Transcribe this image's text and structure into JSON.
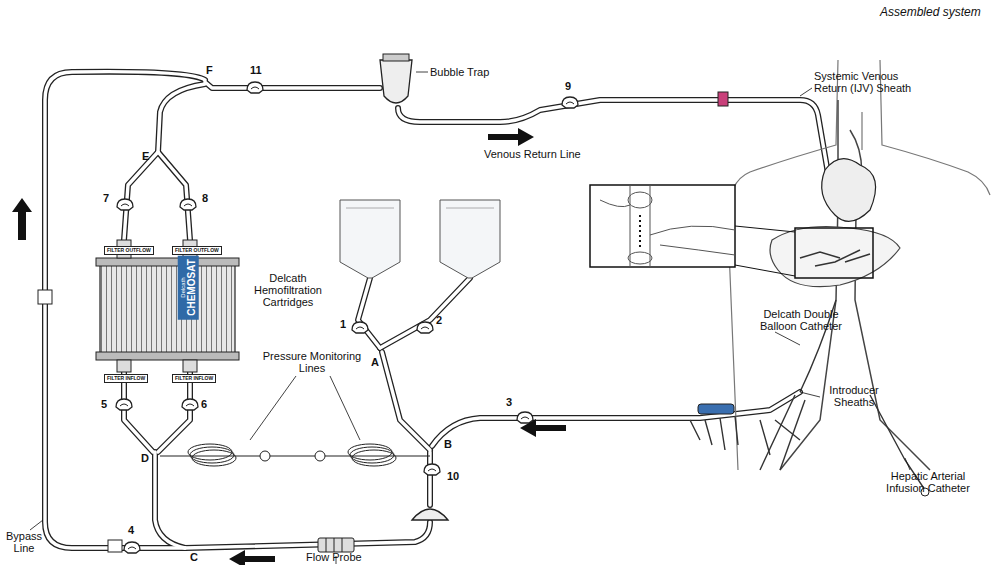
{
  "diagram": {
    "nodes": [
      {
        "text": [
          "FILTER OUTFLOW"
        ]
      },
      {
        "text": [
          "FILTER OUTFLOW"
        ]
      },
      {
        "text": [
          "Delcath",
          "CHEMOSAT"
        ]
      },
      {
        "text": [
          "FILTER INFLOW"
        ]
      },
      {
        "text": [
          "FILTER INFLOW"
        ]
      }
    ],
    "labels": [
      "Assembled system",
      "Bubble Trap",
      "Systemic Venous Return (IJV) Sheath",
      "Venous Return Line",
      "Delcath Hemofiltration Cartridges",
      "Pressure Monitoring Lines",
      "Delcath Double Balloon Catheter",
      "Introducer Sheaths",
      "Hepatic Arterial Infusion Catheter",
      "Flow Probe",
      "Bypass Line",
      "1",
      "2",
      "3",
      "4",
      "5",
      "6",
      "7",
      "8",
      "9",
      "10",
      "11",
      "A",
      "B",
      "C",
      "D",
      "E",
      "F"
    ]
  }
}
